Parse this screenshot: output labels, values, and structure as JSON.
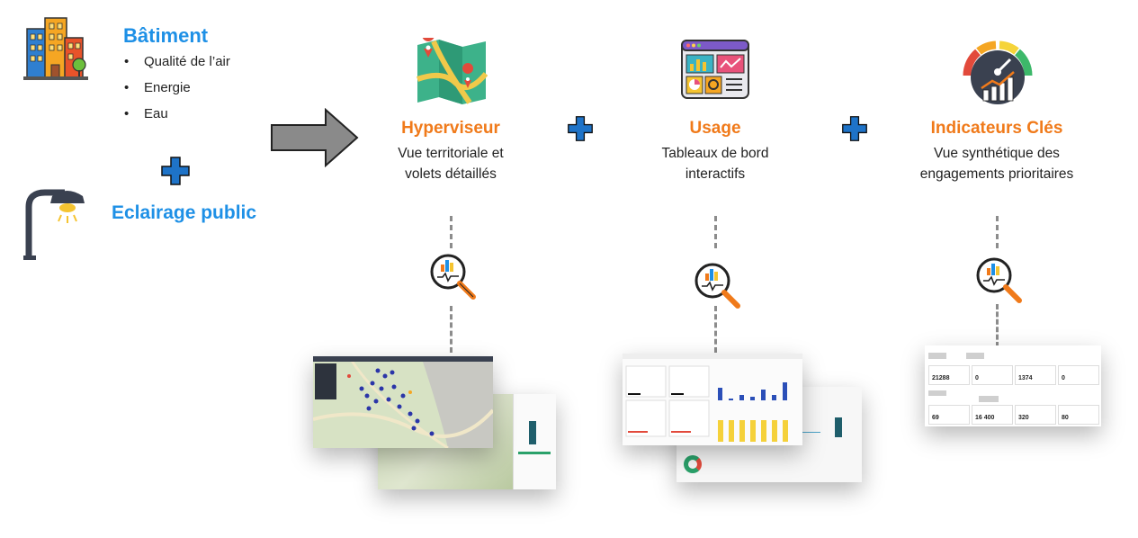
{
  "left": {
    "batiment": {
      "title": "Bâtiment",
      "bullets": [
        "Qualité de l’air",
        "Energie",
        "Eau"
      ]
    },
    "eclairage": {
      "title": "Eclairage public"
    }
  },
  "pillars": [
    {
      "title": "Hyperviseur",
      "desc": [
        "Vue territoriale et",
        "volets détaillés"
      ]
    },
    {
      "title": "Usage",
      "desc": [
        "Tableaux de bord",
        "interactifs"
      ]
    },
    {
      "title": "Indicateurs Clés",
      "desc": [
        "Vue synthétique des",
        "engagements prioritaires"
      ]
    }
  ],
  "bullet_symbol": "•",
  "icons": {
    "building": "building-icon",
    "streetlight": "street-light-icon",
    "map": "map-icon",
    "dashboard": "dashboard-icon",
    "gauge": "gauge-icon",
    "analytics": "analytics-magnifier-icon",
    "plus": "plus-icon",
    "arrow": "right-arrow-icon"
  },
  "colors": {
    "blue_title": "#1e90e6",
    "orange_title": "#f07a1a",
    "plus": "#1e73c8",
    "arrow_fill": "#8a8a8a"
  },
  "kpi_screen": {
    "values_row1": [
      "21288",
      "0",
      "1374",
      "0"
    ],
    "values_row2": [
      "69",
      "16 400",
      "320",
      "80"
    ]
  }
}
